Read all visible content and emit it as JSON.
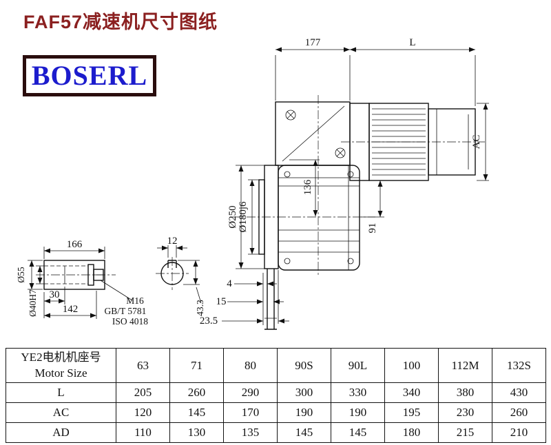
{
  "page": {
    "title": "FAF57减速机尺寸图纸",
    "logo_text": "BOSERL"
  },
  "drawing": {
    "dim_177": "177",
    "dim_L": "L",
    "dim_AC": "AC",
    "dim_dia250": "Ø250",
    "dim_dia180": "Ø180j6",
    "dim_136": "136",
    "dim_91": "91",
    "dim_4": "4",
    "dim_15": "15",
    "dim_23_5": "23.5",
    "dim_166": "166",
    "dim_12": "12",
    "dim_dia55": "Ø55",
    "dim_dia40": "Ø40H7",
    "dim_30": "30",
    "dim_142": "142",
    "dim_43_3": "43.3",
    "label_m16": "M16",
    "label_gb": "GB/T 5781",
    "label_iso": "ISO 4018"
  },
  "table": {
    "header_cn": "YE2电机机座号",
    "header_en": "Motor Size",
    "columns": [
      "63",
      "71",
      "80",
      "90S",
      "90L",
      "100",
      "112M",
      "132S"
    ],
    "rows": [
      {
        "label": "L",
        "values": [
          "205",
          "260",
          "290",
          "300",
          "330",
          "340",
          "380",
          "430"
        ]
      },
      {
        "label": "AC",
        "values": [
          "120",
          "145",
          "170",
          "190",
          "190",
          "195",
          "230",
          "260"
        ]
      },
      {
        "label": "AD",
        "values": [
          "110",
          "130",
          "135",
          "145",
          "145",
          "180",
          "215",
          "210"
        ]
      }
    ]
  }
}
